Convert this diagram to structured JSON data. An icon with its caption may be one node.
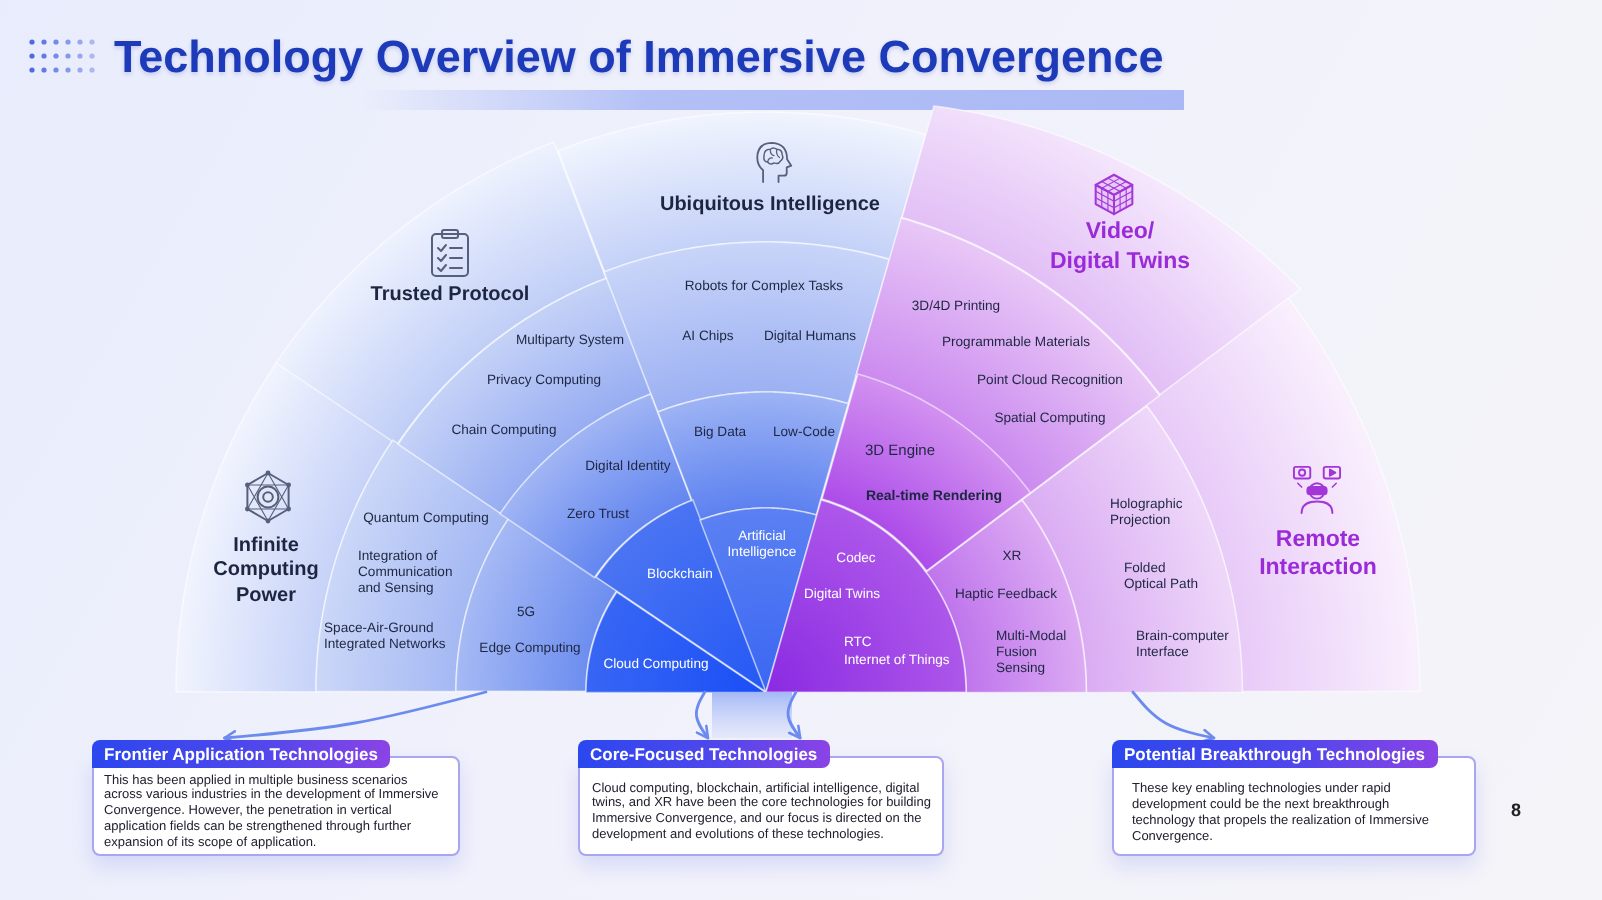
{
  "diagram": {
    "title": "Technology Overview of Immersive Convergence",
    "nodes": [
      {
        "text": [
          "Infinite Computing Power"
        ]
      },
      {
        "text": [
          "Trusted Protocol"
        ]
      },
      {
        "text": [
          "Ubiquitous Intelligence"
        ]
      },
      {
        "text": [
          "Video/ Digital Twins"
        ]
      },
      {
        "text": [
          "Remote Interaction"
        ]
      },
      {
        "text": [
          "Quantum Computing",
          "Integration of Communication and Sensing",
          "Space-Air-Ground Integrated Networks"
        ]
      },
      {
        "text": [
          "Multiparty System",
          "Privacy Computing",
          "Chain Computing"
        ]
      },
      {
        "text": [
          "Robots for Complex Tasks",
          "AI Chips",
          "Digital Humans"
        ]
      },
      {
        "text": [
          "3D/4D Printing",
          "Programmable Materials",
          "Point Cloud Recognition",
          "Spatial Computing"
        ]
      },
      {
        "text": [
          "Holographic Projection",
          "Folded Optical Path",
          "Brain-computer Interface"
        ]
      },
      {
        "text": [
          "5G",
          "Edge Computing"
        ]
      },
      {
        "text": [
          "Digital Identity",
          "Zero Trust"
        ]
      },
      {
        "text": [
          "Big Data",
          "Low-Code"
        ]
      },
      {
        "text": [
          "3D Engine",
          "Real-time Rendering"
        ]
      },
      {
        "text": [
          "XR",
          "Haptic Feedback",
          "Multi-Modal Fusion Sensing"
        ]
      },
      {
        "text": [
          "Cloud Computing"
        ]
      },
      {
        "text": [
          "Blockchain"
        ]
      },
      {
        "text": [
          "Artificial Intelligence"
        ]
      },
      {
        "text": [
          "Codec",
          "Digital Twins",
          "RTC",
          "Internet of Things"
        ]
      },
      {
        "text": [
          "Frontier Application Technologies",
          "This has been applied in multiple business scenarios across various industries in the development of Immersive Convergence. However, the penetration in vertical application fields can be strengthened through further expansion of its scope of application."
        ]
      },
      {
        "text": [
          "Core-Focused Technologies",
          "Cloud computing, blockchain, artificial intelligence, digital twins, and XR have been the core technologies for building Immersive Convergence, and our focus is directed on the development and evolutions of these technologies."
        ]
      },
      {
        "text": [
          "Potential Breakthrough Technologies",
          "These key enabling technologies under rapid development could be the next breakthrough technology that propels the realization of Immersive Convergence."
        ]
      }
    ],
    "edges": [
      {
        "from": 10,
        "to": 19,
        "arrow": "to"
      },
      {
        "from": 15,
        "to": 20,
        "arrow": "to"
      },
      {
        "from": 18,
        "to": 20,
        "arrow": "to"
      },
      {
        "from": 9,
        "to": 21,
        "arrow": "to"
      }
    ],
    "labels": [
      "8"
    ]
  }
}
